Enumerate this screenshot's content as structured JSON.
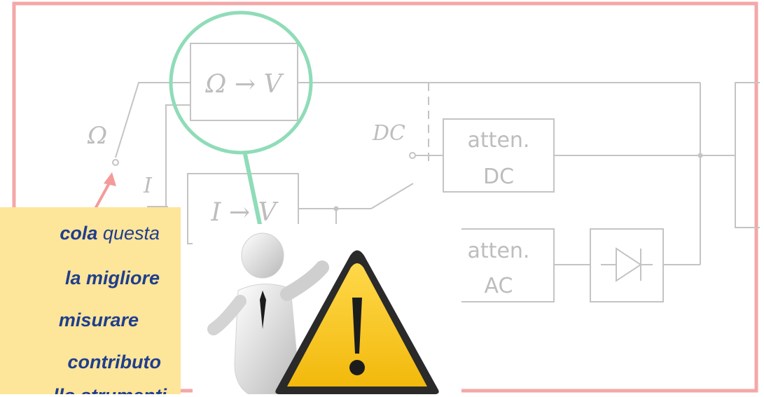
{
  "diagram": {
    "blocks": {
      "ohm_to_v": "Ω → V",
      "i_to_v": "I → V",
      "atten_dc": [
        "atten.",
        "DC"
      ],
      "atten_ac": [
        "atten.",
        "AC"
      ]
    },
    "switch_labels": {
      "ohm": "Ω",
      "current": "I",
      "dc": "DC"
    },
    "colors": {
      "frame": "#f4a7a7",
      "highlight_circle": "#8fdcb8",
      "arrow": "#f49a9a",
      "circuit": "#c4c4c4"
    }
  },
  "note": {
    "lines": [
      {
        "bold": "cola",
        "rest": " questa"
      },
      {
        "bold": "la migliore",
        "rest": ""
      },
      {
        "bold": "misurare",
        "rest": ""
      },
      {
        "bold": "contributo",
        "rest": ""
      },
      {
        "bold": "llo strumenti",
        "rest": ""
      }
    ],
    "background": "#fde59a",
    "text_color": "#1f3e8c"
  },
  "warning": {
    "icon": "warning-triangle-icon",
    "figure": "3d-person-figure",
    "triangle_color": "#f5c31c",
    "mark": "!"
  }
}
